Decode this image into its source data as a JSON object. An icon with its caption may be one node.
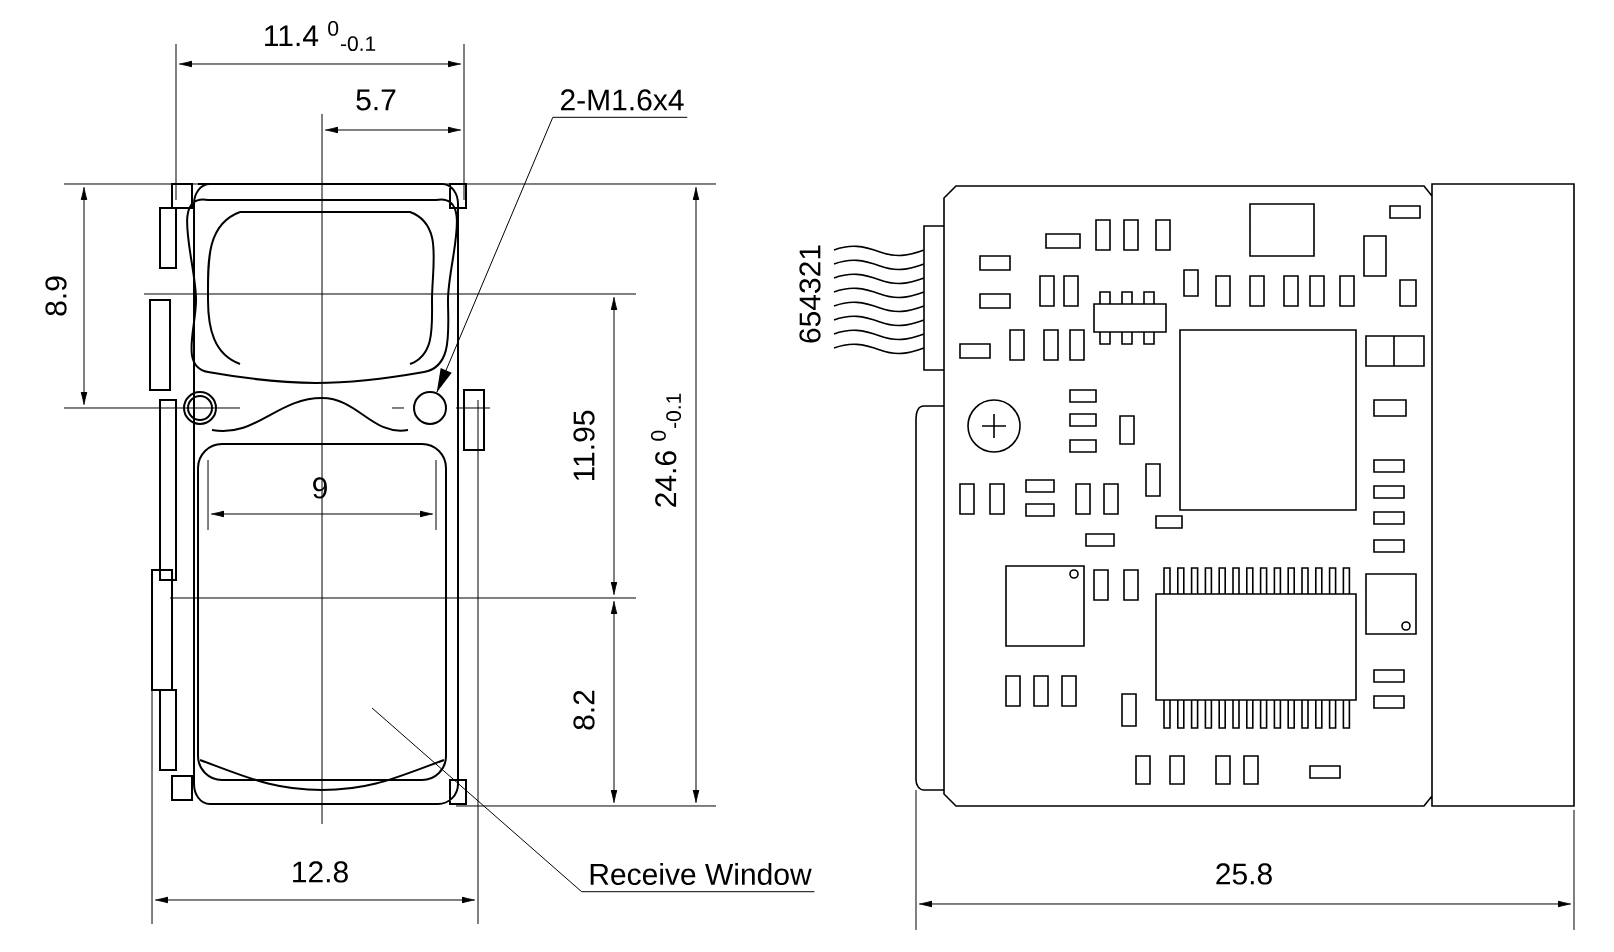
{
  "diagram": {
    "nodes": [
      {
        "text": [
          "2-M1.6x4"
        ]
      },
      {
        "text": [],
        "shape": "circle"
      },
      {
        "text": [
          "Receive Window"
        ]
      },
      {
        "text": [],
        "shape": "box"
      }
    ],
    "edges": [
      {
        "from": 0,
        "to": 1,
        "arrow": "to"
      },
      {
        "from": 2,
        "to": 3,
        "arrow": "none"
      }
    ],
    "labels": [
      "11.4 $^{0}$$_{-0.1}$",
      "5.7",
      "8.9",
      "9",
      "11.95",
      "24.6 $^{0}$$_{-0.1}$",
      "8.2",
      "12.8",
      "654321",
      "25.8"
    ]
  }
}
